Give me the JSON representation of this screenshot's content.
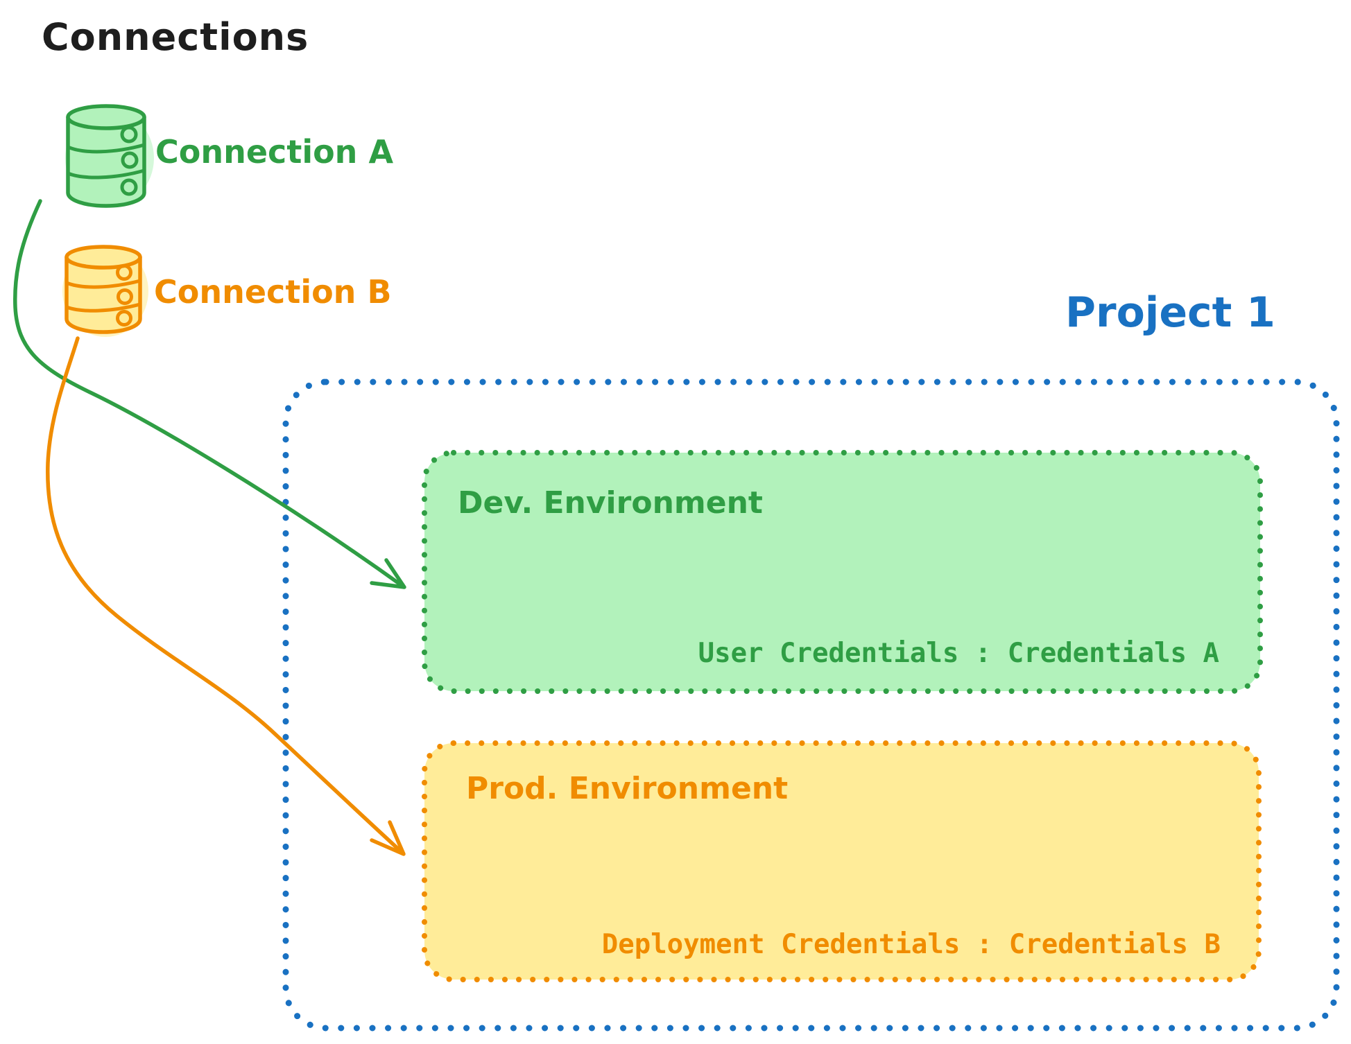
{
  "title": "Connections",
  "connections": [
    {
      "id": "A",
      "label": "Connection A",
      "icon": "database-icon",
      "stroke_color": "#2f9e44",
      "fill_color": "#b2f2bb"
    },
    {
      "id": "B",
      "label": "Connection B",
      "icon": "database-icon",
      "stroke_color": "#f08c00",
      "fill_color": "#ffec99"
    }
  ],
  "project": {
    "label": "Project 1",
    "border_color": "#1971c2",
    "environments": [
      {
        "name": "Dev. Environment",
        "credentials": "User Credentials : Credentials A",
        "stroke_color": "#2f9e44",
        "fill_color": "#b2f2bb",
        "linked_connection": "Connection A"
      },
      {
        "name": "Prod. Environment",
        "credentials": "Deployment Credentials : Credentials B",
        "stroke_color": "#f08c00",
        "fill_color": "#ffec99",
        "linked_connection": "Connection B"
      }
    ]
  },
  "colors": {
    "ink": "#1e1e1e",
    "green": "#2f9e44",
    "green_fill": "#b2f2bb",
    "orange": "#f08c00",
    "orange_fill": "#ffec99",
    "blue": "#1971c2",
    "background": "#ffffff"
  }
}
